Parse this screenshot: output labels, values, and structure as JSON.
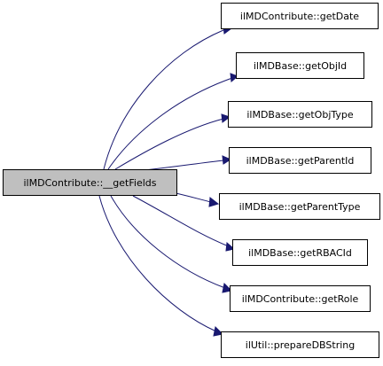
{
  "source": {
    "label": "ilMDContribute::__getFields",
    "fill": "#bfbfbf"
  },
  "targets": [
    {
      "label": "ilMDContribute::getDate"
    },
    {
      "label": "ilMDBase::getObjId"
    },
    {
      "label": "ilMDBase::getObjType"
    },
    {
      "label": "ilMDBase::getParentId"
    },
    {
      "label": "ilMDBase::getParentType"
    },
    {
      "label": "ilMDBase::getRBACId"
    },
    {
      "label": "ilMDContribute::getRole"
    },
    {
      "label": "ilUtil::prepareDBString"
    }
  ],
  "colors": {
    "edge": "#191970",
    "target_fill": "#ffffff",
    "border": "#000000"
  }
}
